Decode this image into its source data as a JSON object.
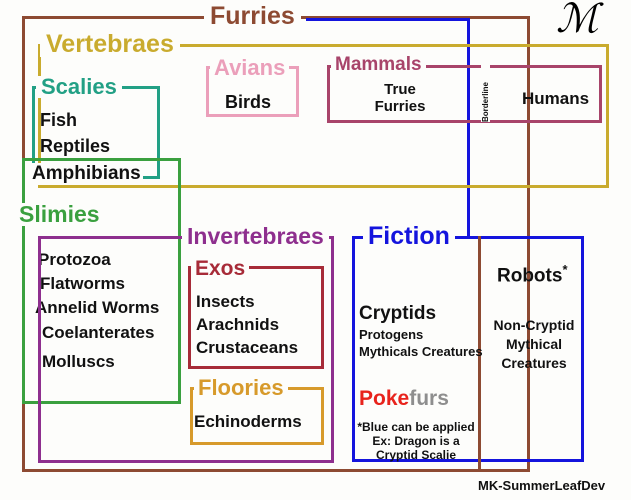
{
  "diagram": {
    "title": "Furries",
    "signature_glyph": "ℳ",
    "credit": "MK-SummerLeafDev",
    "borderline_label": "Borderline"
  },
  "colors": {
    "furries": "#8d4a32",
    "vertebraes": "#c9a92c",
    "scalies": "#2aa38c",
    "slimies": "#36a845",
    "avians": "#e2a0b8",
    "mammals": "#9e4263",
    "invertebraes": "#8e2f8e",
    "exos": "#a72b38",
    "floories": "#d79a2b",
    "fiction": "#1414dd",
    "poke_red": "#e8231c",
    "furs_grey": "#8e8e8e",
    "text_black": "#111111"
  },
  "groups": {
    "furries": {
      "label": "Furries"
    },
    "vertebraes": {
      "label": "Vertebraes"
    },
    "scalies": {
      "label": "Scalies",
      "items": [
        "Fish",
        "Reptiles"
      ]
    },
    "slimies": {
      "label": "Slimies",
      "shared_item": "Amphibians",
      "items": [
        "Protozoa",
        "Flatworms",
        "Annelid Worms",
        "Coelanterates",
        "Molluscs"
      ]
    },
    "avians": {
      "label": "Avians",
      "items": [
        "Birds"
      ]
    },
    "mammals": {
      "label": "Mammals",
      "left_item_line1": "True",
      "left_item_line2": "Furries",
      "right_item": "Humans"
    },
    "invertebraes": {
      "label": "Invertebraes"
    },
    "exos": {
      "label": "Exos",
      "items": [
        "Insects",
        "Arachnids",
        "Crustaceans"
      ]
    },
    "floories": {
      "label": "Floories",
      "items": [
        "Echinoderms"
      ]
    },
    "fiction": {
      "label": "Fiction",
      "left": {
        "heading": "Cryptids",
        "items": [
          "Protogens",
          "Mythicals Creatures"
        ],
        "poke_prefix": "Poke",
        "poke_suffix": "furs",
        "footnote_line1": "*Blue can be applied",
        "footnote_line2": "Ex: Dragon is a",
        "footnote_line3": "Cryptid Scalie"
      },
      "right": {
        "heading": "Robots",
        "heading_star": "*",
        "line1": "Non-Cryptid",
        "line2": "Mythical",
        "line3": "Creatures"
      }
    }
  }
}
